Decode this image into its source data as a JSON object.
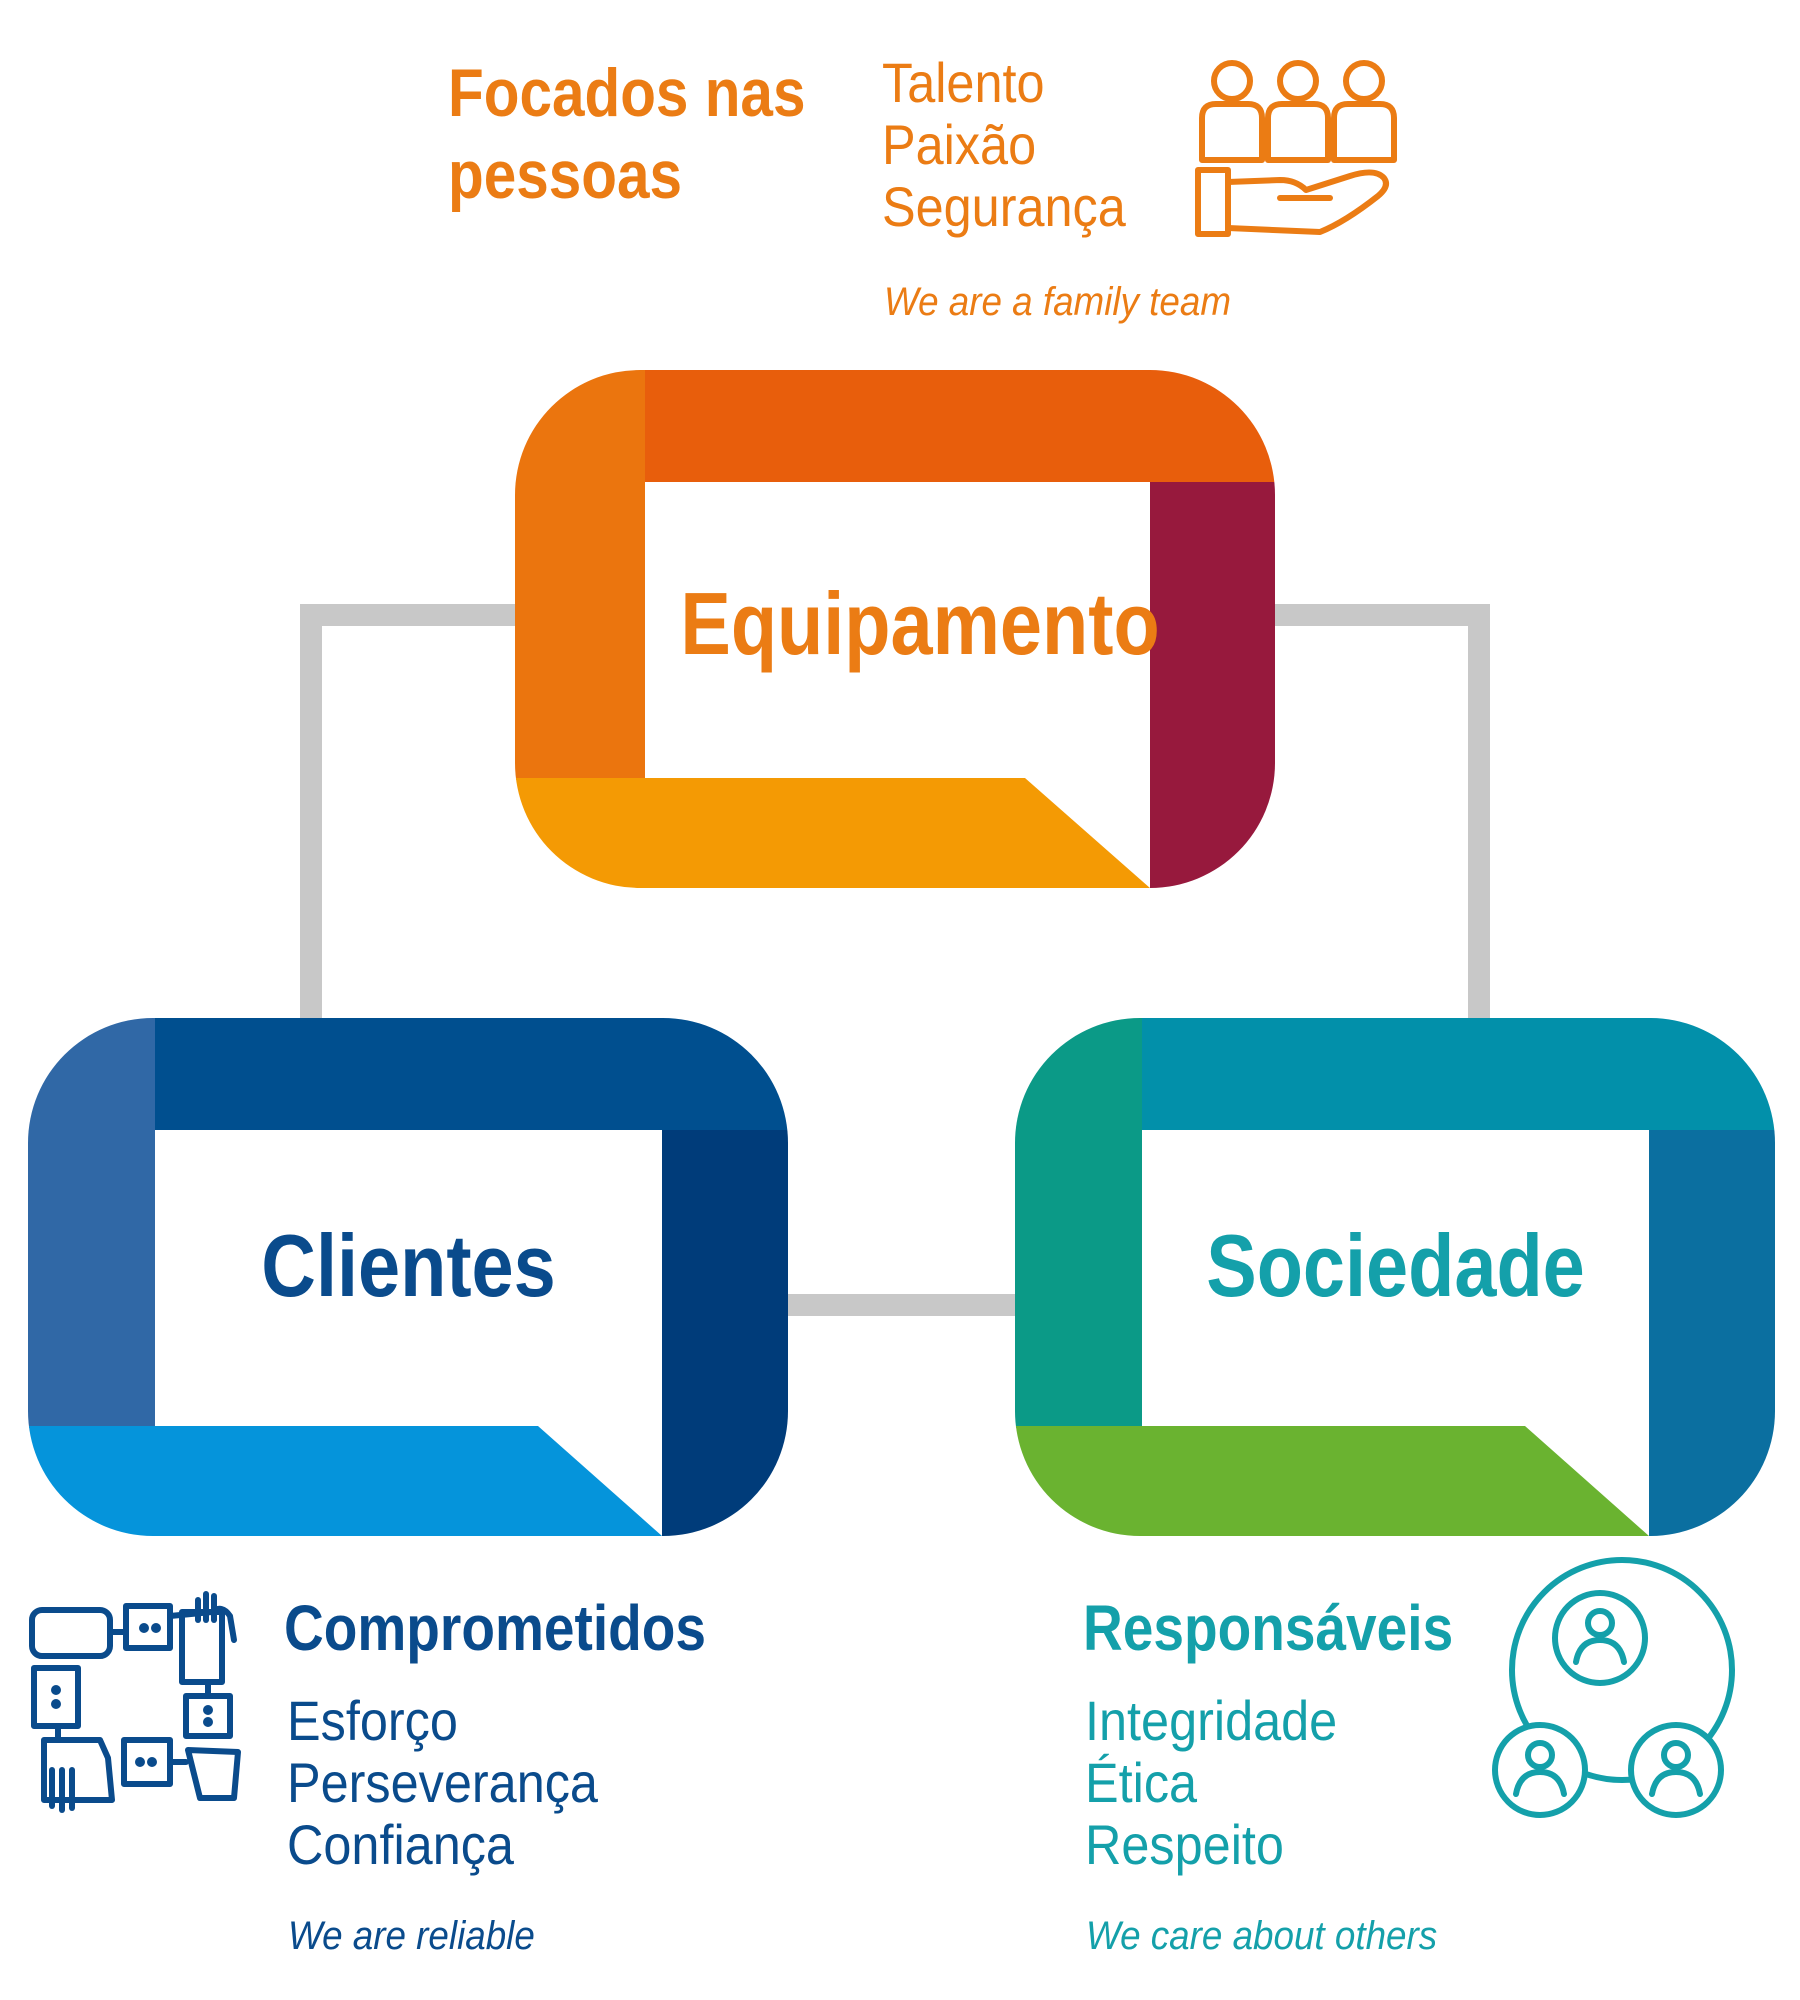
{
  "colors": {
    "orange_text": "#eb7c14",
    "blue_text": "#0a4b8c",
    "teal_text": "#14a0aa",
    "connector": "#c8c8c8"
  },
  "equipamento": {
    "title": "Equipamento",
    "heading": [
      "Focados nas",
      "pessoas"
    ],
    "values": [
      "Talento",
      "Paixão",
      "Segurança"
    ],
    "tagline": "We are a family team",
    "icon": "hand-holding-people-icon"
  },
  "clientes": {
    "title": "Clientes",
    "heading": "Comprometidos",
    "values": [
      "Esforço",
      "Perseverança",
      "Confiança"
    ],
    "tagline": "We are reliable",
    "icon": "joined-hands-icon"
  },
  "sociedade": {
    "title": "Sociedade",
    "heading": "Responsáveis",
    "values": [
      "Integridade",
      "Ética",
      "Respeito"
    ],
    "tagline": "We care about others",
    "icon": "people-network-icon"
  }
}
